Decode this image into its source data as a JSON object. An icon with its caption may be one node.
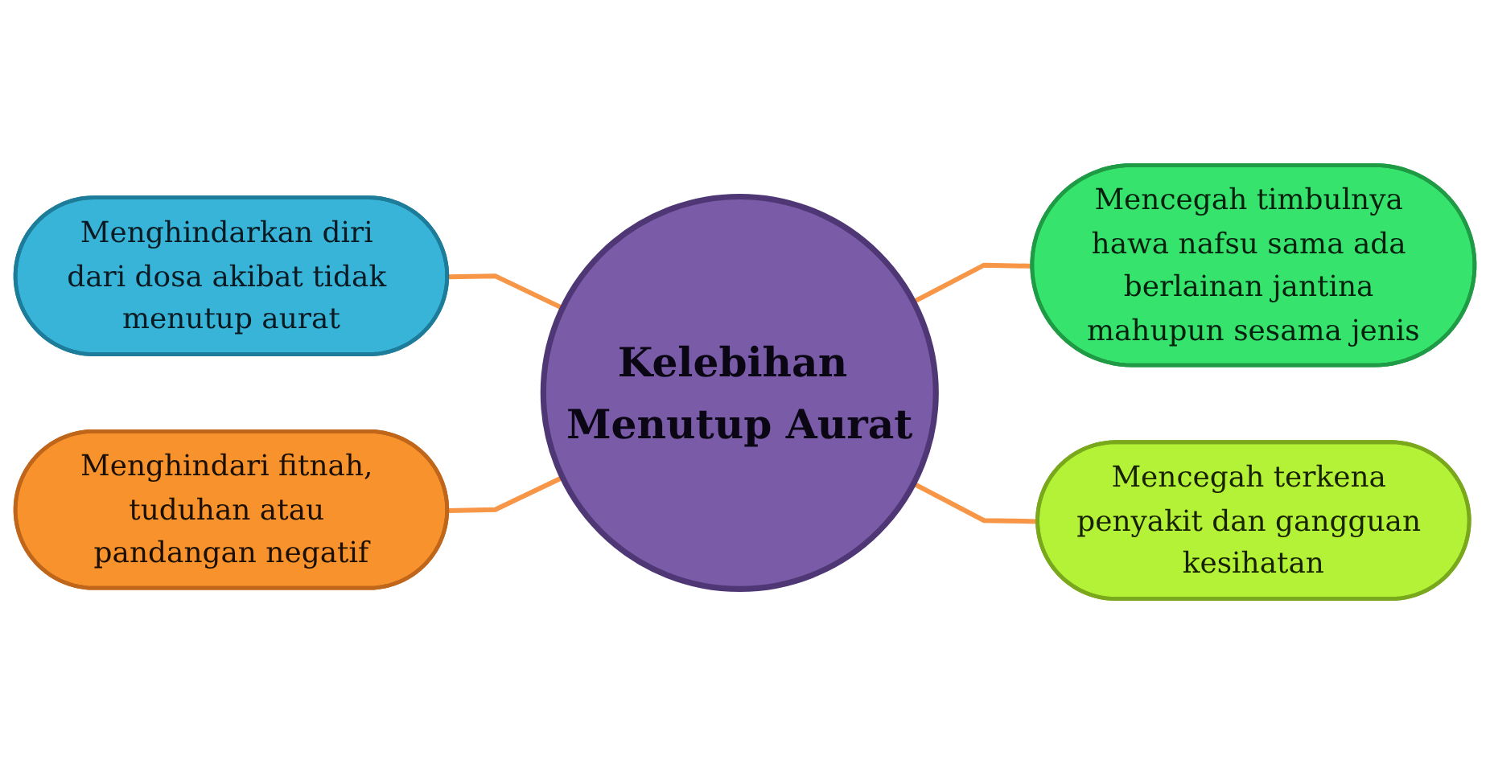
{
  "diagram": {
    "nodes": [
      {
        "text": [
          "Menghindarkan diri dari dosa akibat tidak menutup aurat"
        ]
      },
      {
        "text": [
          "Menghindari fitnah, tuduhan atau pandangan negatif"
        ]
      },
      {
        "text": [
          "Kelebihan Menutup Aurat"
        ]
      },
      {
        "text": [
          "Mencegah timbulnya hawa nafsu sama ada berlainan jantina mahupun sesama jenis"
        ]
      },
      {
        "text": [
          "Mencegah terkena penyakit dan gangguan kesihatan"
        ]
      }
    ],
    "edges": [
      {
        "from": 0,
        "to": 2,
        "arrow": "none"
      },
      {
        "from": 1,
        "to": 2,
        "arrow": "none"
      },
      {
        "from": 2,
        "to": 3,
        "arrow": "none"
      },
      {
        "from": 2,
        "to": 4,
        "arrow": "none"
      }
    ]
  }
}
